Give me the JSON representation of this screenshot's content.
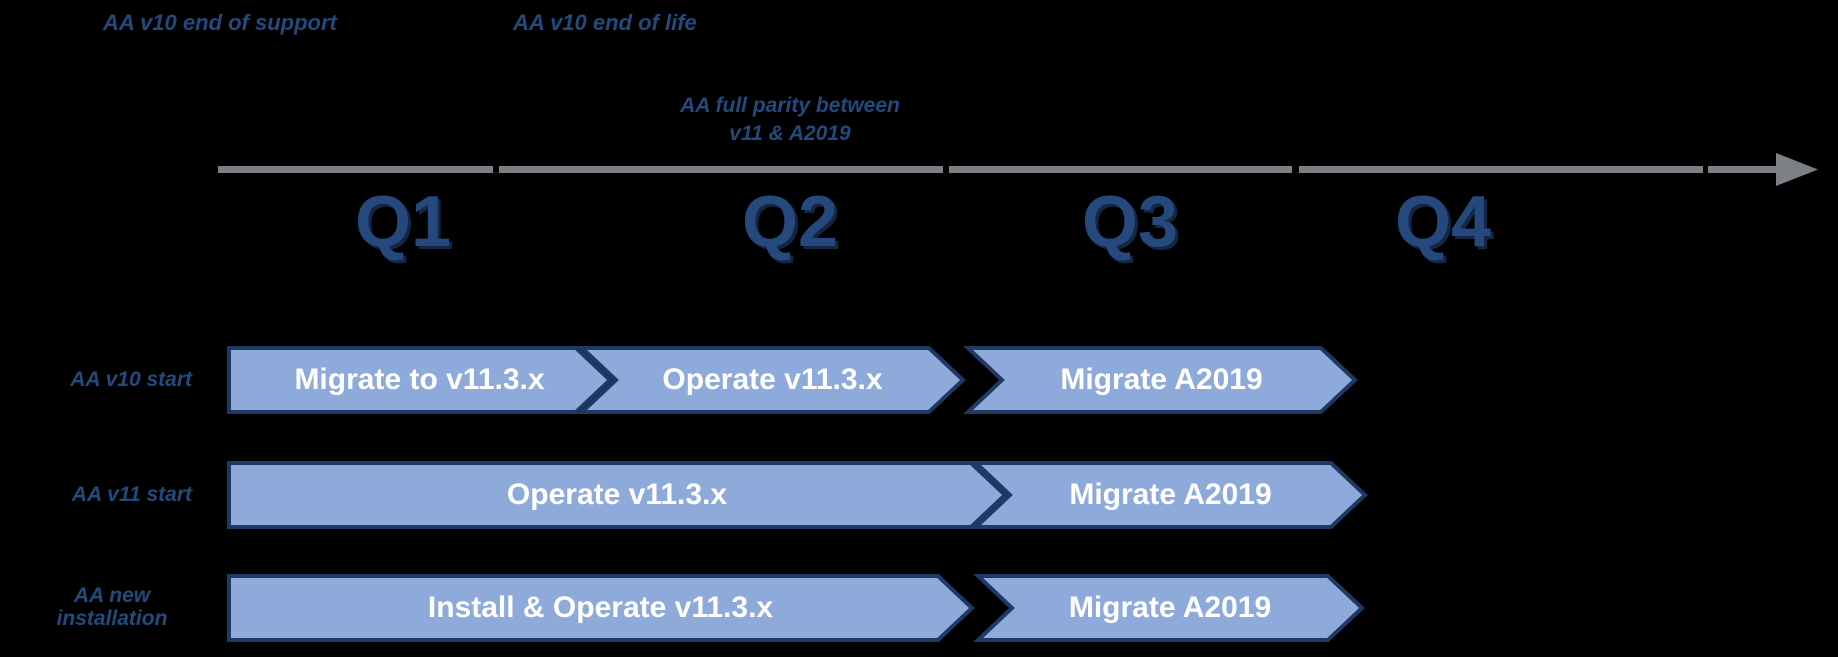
{
  "annotations": {
    "end_of_support": "AA v10 end of support",
    "end_of_life": "AA v10 end of life",
    "full_parity_line1": "AA full parity between",
    "full_parity_line2": "v11 & A2019"
  },
  "timeline": {
    "quarters": [
      "Q1",
      "Q2",
      "Q3",
      "Q4"
    ]
  },
  "rows": [
    {
      "label": "AA v10 start",
      "segments": [
        "Migrate to v11.3.x",
        "Operate v11.3.x",
        "Migrate A2019"
      ]
    },
    {
      "label": "AA v11 start",
      "segments": [
        "Operate v11.3.x",
        "Migrate A2019"
      ]
    },
    {
      "label": "AA new installation",
      "segments": [
        "Install & Operate v11.3.x",
        "Migrate A2019"
      ]
    }
  ],
  "colors": {
    "background": "#000000",
    "chevron_fill": "#8eaadb",
    "chevron_border": "#1f3864",
    "chevron_text": "#ffffff",
    "annotation_text": "#234a7d",
    "quarter_text": "#25497d",
    "timeline_gray": "#7c8085"
  }
}
